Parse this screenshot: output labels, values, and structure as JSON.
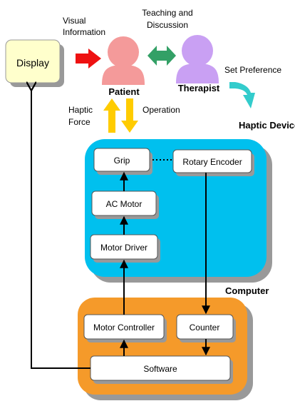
{
  "labels": {
    "visual_information": [
      "Visual",
      "Information"
    ],
    "teaching_discussion": [
      "Teaching and",
      "Discussion"
    ],
    "set_preference": "Set Preference",
    "haptic_force": [
      "Haptic",
      "Force"
    ],
    "operation": "Operation",
    "computer": "Computer"
  },
  "nodes": {
    "display": "Display",
    "patient": "Patient",
    "therapist": "Therapist",
    "haptic_device": "Haptic Device",
    "grip": "Grip",
    "rotary_encoder": "Rotary Encoder",
    "ac_motor": "AC Motor",
    "motor_driver": "Motor Driver",
    "motor_controller": "Motor Controller",
    "counter": "Counter",
    "software": "Software"
  },
  "colors": {
    "display_fill": "#ffffcc",
    "patient": "#f49a9a",
    "therapist": "#c9a0f3",
    "visual_arrow": "#ee1111",
    "discussion_arrow": "#33a066",
    "preference_arrow": "#33cccc",
    "haptic_arrows": "#ffcc00",
    "device_panel": "#00c0ee",
    "computer_panel": "#f59a2a",
    "shadow": "#999999"
  }
}
